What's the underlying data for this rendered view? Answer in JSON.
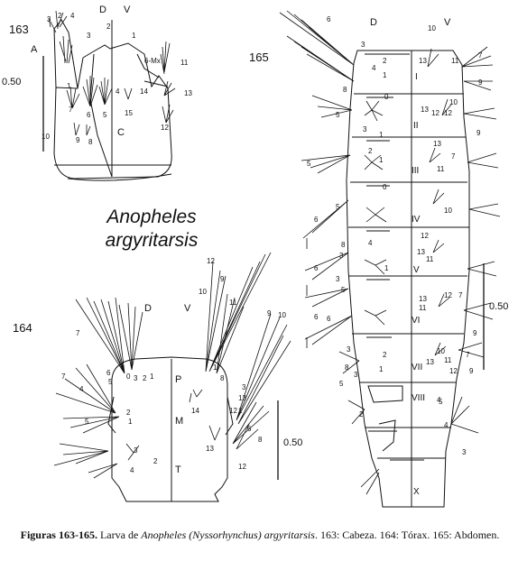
{
  "title": {
    "line1": "Anopheles",
    "line2": "argyritarsis"
  },
  "caption": {
    "lead": "Figuras 163-165.",
    "t1": " Larva de ",
    "genus": "Anopheles (Nyssorhynchus) argyritarsis",
    "t2": ". 163: Cabeza. 164: Tórax. 165: Abdomen."
  },
  "fig163": {
    "number": "163",
    "labels": {
      "A": "A",
      "C": "C",
      "D": "D",
      "V": "V",
      "mx": "6-Mx"
    },
    "scale": "0.50",
    "setae": [
      "3",
      "2",
      "4",
      "1",
      "2",
      "3",
      "1",
      "11",
      "7",
      "6",
      "5",
      "4",
      "14",
      "13",
      "15",
      "12",
      "10",
      "9",
      "8"
    ]
  },
  "fig164": {
    "number": "164",
    "labels": {
      "D": "D",
      "V": "V",
      "P": "P",
      "M": "M",
      "T": "T"
    },
    "scale": "0.50",
    "setae": [
      "7",
      "6",
      "5",
      "4",
      "0",
      "3",
      "2",
      "1",
      "8",
      "9",
      "12",
      "10",
      "11",
      "9",
      "10",
      "14",
      "1",
      "3",
      "13",
      "12",
      "1",
      "2",
      "4",
      "3",
      "13",
      "8",
      "6",
      "7",
      "5",
      "1",
      "2",
      "12"
    ]
  },
  "fig165": {
    "number": "165",
    "labels": {
      "D": "D",
      "V": "V"
    },
    "segments": [
      "I",
      "II",
      "III",
      "IV",
      "V",
      "VI",
      "VII",
      "VIII",
      "X"
    ],
    "scale": "0.50",
    "setae": [
      "6",
      "10",
      "3",
      "13",
      "11",
      "7",
      "2",
      "4",
      "1",
      "9",
      "12",
      "13",
      "8",
      "0",
      "5",
      "12",
      "10",
      "9",
      "3",
      "1",
      "13",
      "5",
      "7",
      "11",
      "6",
      "2",
      "1",
      "0",
      "5",
      "6",
      "8",
      "4",
      "10",
      "13",
      "12",
      "11",
      "3",
      "3",
      "1",
      "5",
      "6",
      "12",
      "11",
      "13",
      "7",
      "9",
      "6",
      "3",
      "2",
      "5",
      "4",
      "10",
      "7",
      "11",
      "9",
      "3",
      "8",
      "1",
      "13",
      "12",
      "5",
      "4",
      "2",
      "3"
    ]
  }
}
